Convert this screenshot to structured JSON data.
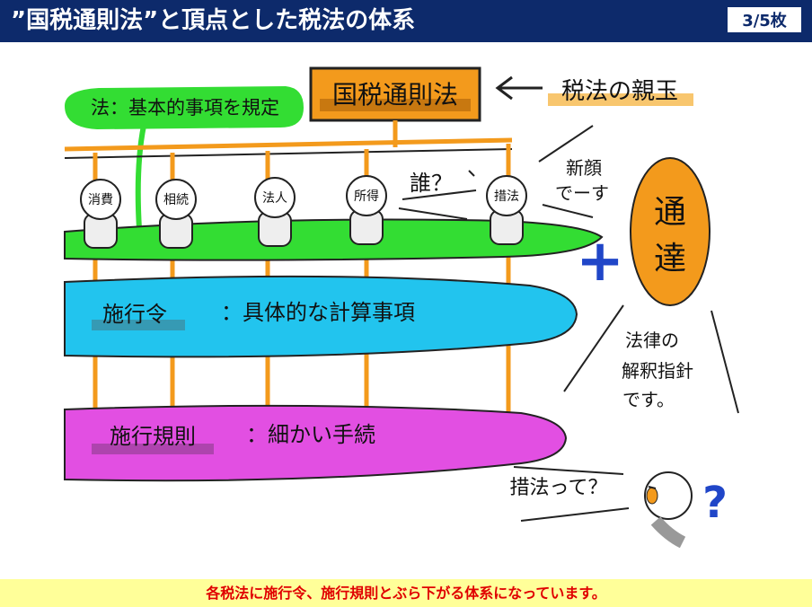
{
  "header": {
    "title": "”国税通則法”と頂点とした税法の体系",
    "page": "3/5枚"
  },
  "diagram": {
    "top_box": "国税通則法",
    "parent_note": "税法の親玉",
    "green_note": "法：基本的事項を規定",
    "laws": [
      "消費",
      "相続",
      "法人",
      "所得",
      "措法"
    ],
    "who_label": "誰？",
    "new_note": [
      "新顔",
      "でーす"
    ],
    "plus": "+",
    "circular_chars": [
      "通",
      "達"
    ],
    "circular_note": [
      "法律の",
      "解釈指針",
      "です。"
    ],
    "ordinance_label": "施行令",
    "ordinance_desc": "：具体的な計算事項",
    "rules_label": "施行規則",
    "rules_desc": "：細かい手続",
    "question": "措法って？",
    "qmark": "?",
    "colors": {
      "header_bg": "#0d2a6b",
      "green": "#33dd33",
      "blue": "#22c4ee",
      "magenta": "#e24fe2",
      "orange": "#f39a1c"
    }
  },
  "footer": {
    "text": "各税法に施行令、施行規則とぶら下がる体系になっています。"
  }
}
